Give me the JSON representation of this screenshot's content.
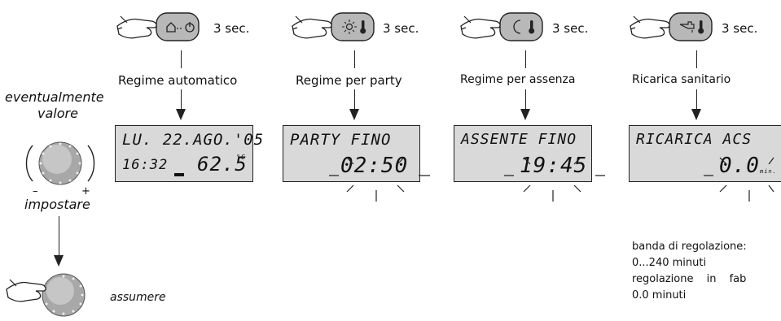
{
  "steps": [
    {
      "duration": "3 sec.",
      "label": "Regime automatico",
      "line1": "LU. 22.AGO.'05",
      "time": "16:32",
      "value": "62.5",
      "unit": "°C",
      "button_icon": "house-clock-icon"
    },
    {
      "duration": "3 sec.",
      "label": "Regime per party",
      "line1": "PARTY FINO",
      "value": "02:50",
      "button_icon": "sun-thermometer-icon"
    },
    {
      "duration": "3 sec.",
      "label": "Regime per assenza",
      "line1": "ASSENTE FINO",
      "value": "19:45",
      "button_icon": "moon-thermometer-icon"
    },
    {
      "duration": "3 sec.",
      "label": "Ricarica sanitario",
      "line1": "RICARICA ACS",
      "value": "0.0",
      "unit": "min.",
      "button_icon": "tap-thermometer-icon"
    }
  ],
  "knob": {
    "title_line1": "eventualmente",
    "title_line2": "valore",
    "minus": "–",
    "plus": "+",
    "action": "impostare",
    "confirm": "assumere"
  },
  "notes": {
    "range_label": "banda di regolazione:",
    "range_value": "0...240 minuti",
    "factory_label": "regolazione in fab",
    "factory_value": "0.0 minuti"
  },
  "colors": {
    "lcd": "#d9d9d9",
    "button": "#b8b8b8",
    "knob": "#a8a8a8"
  }
}
